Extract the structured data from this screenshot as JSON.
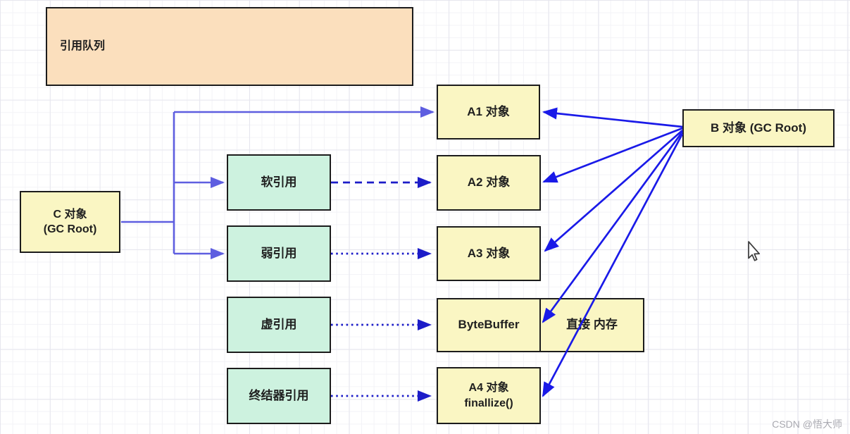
{
  "diagram": {
    "queue_box": {
      "label": "引用队列"
    },
    "c_box": {
      "line1": "C 对象",
      "line2": "(GC Root)"
    },
    "b_box": {
      "label": "B 对象  (GC Root)"
    },
    "reference_boxes": {
      "soft": "软引用",
      "weak": "弱引用",
      "phantom": "虚引用",
      "finalizer": "终结器引用"
    },
    "object_boxes": {
      "a1": "A1 对象",
      "a2": "A2 对象",
      "a3": "A3 对象",
      "bytebuffer": "ByteBuffer",
      "direct_memory": "直接 内存",
      "a4_line1": "A4 对象",
      "a4_line2": "finallize()"
    },
    "arrows": {
      "solid_from_c": [
        "c-to-a1",
        "c-to-soft",
        "c-to-weak"
      ],
      "dashed": [
        "soft-to-a2"
      ],
      "dotted": [
        "weak-to-a3",
        "phantom-to-bytebuffer",
        "finalizer-to-a4"
      ],
      "solid_from_b": [
        "b-to-a1",
        "b-to-a2",
        "b-to-a3",
        "b-to-bytebuffer",
        "b-to-a4"
      ]
    },
    "colors": {
      "queue_fill": "#fbdfbd",
      "object_fill": "#faf6c3",
      "reference_fill": "#cdf2df",
      "box_border": "#1c1c1c",
      "c_arrow": "#5e5ee0",
      "b_arrow": "#1a1ae8",
      "dashed_dotted_arrow": "#1c1cc8",
      "grid_line": "#e6e6ee"
    }
  },
  "watermark": {
    "label": "CSDN @悟大师"
  }
}
